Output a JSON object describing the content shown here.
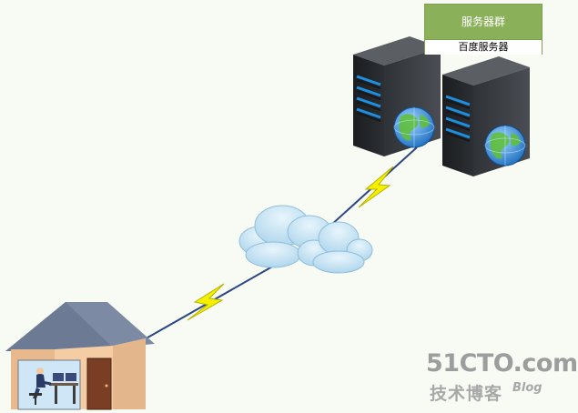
{
  "legend": {
    "title": "服务器群",
    "item": "百度服务器"
  },
  "watermark": {
    "site": "51CTO.com",
    "subtitle": "技术博客",
    "blog": "Blog"
  },
  "icons": {
    "servers": "server-tower-icon",
    "globe": "globe-icon",
    "cloud": "cloud-icon",
    "lightning": "lightning-bolt-icon",
    "house": "house-icon",
    "user": "person-at-computer-icon"
  },
  "colors": {
    "background": "#f7fbf4",
    "legend_header": "#8ab05a",
    "cloud": "#bfe0f2",
    "lightning": "#f4f000",
    "link_line": "#2b4680",
    "house_wall": "#f4cda5",
    "roof": "#6c7b93"
  }
}
